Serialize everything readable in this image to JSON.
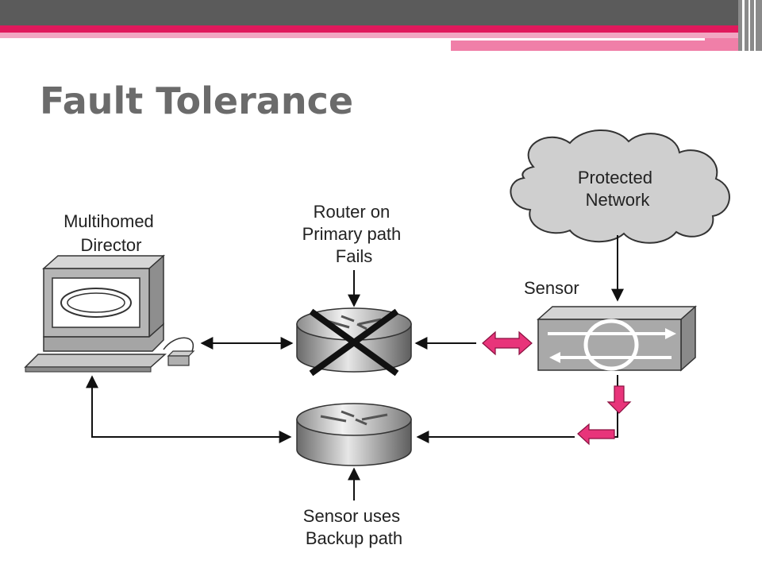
{
  "slide": {
    "title": "Fault Tolerance"
  },
  "diagram": {
    "nodes": {
      "director": {
        "label_lines": [
          "Multihomed",
          "Director"
        ]
      },
      "primary_router": {
        "label_lines": [
          "Router on",
          "Primary path",
          "Fails"
        ]
      },
      "backup_router": {
        "label_lines": [
          "Sensor uses",
          "Backup path"
        ]
      },
      "sensor": {
        "label_lines": [
          "Sensor"
        ]
      },
      "protected_network": {
        "label_lines": [
          "Protected",
          "Network"
        ]
      }
    },
    "colors": {
      "accent_pink": "#e8347a",
      "line": "#111111"
    }
  }
}
